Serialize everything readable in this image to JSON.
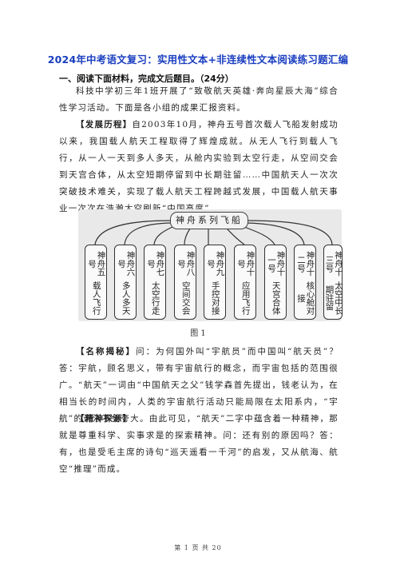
{
  "title": "2024年中考语文复习：实用性文本+非连续性文本阅读练习题汇编",
  "question_heading": "一、阅读下面材料，完成文后题目。（24分）",
  "intro": "科技中学初三年1班开展了“致敬航天英雄·奔向星辰大海”综合性学习活动。下面是各小组的成果汇报资料。",
  "section1": {
    "label": "【发展历程】",
    "text": "自2003年10月，神舟五号首次载人飞船发射成功以来，我国载人航天工程取得了辉煌成就。从无人飞行到载人飞行，从一人一天到多人多天，从舱内实验到太空行走，从空间交会到天宫合体，从太空短期停留到中长期驻留……中国航天人一次次突破技术难关，实现了载人航天工程跨越式发展，中国载人航天事业一次次在浩瀚太空刷新“中国高度”。"
  },
  "diagram": {
    "banner": "神舟系列飞船",
    "items": [
      {
        "name": "神舟五号",
        "desc": "载人飞行"
      },
      {
        "name": "神舟六号",
        "desc": "多人多天"
      },
      {
        "name": "神舟七号",
        "desc": "太空行走"
      },
      {
        "name": "神舟八号",
        "desc": "空间交会"
      },
      {
        "name": "神舟九号",
        "desc": "手控对接"
      },
      {
        "name": "神舟十号",
        "desc": "应用飞行"
      },
      {
        "name": "神舟十一号",
        "desc": "天宫合体"
      },
      {
        "name": "神舟十二号",
        "desc": "核心舱对接"
      },
      {
        "name": "神舟十三号",
        "desc": "太空中长期驻留"
      }
    ],
    "caption": "图 1"
  },
  "section2": {
    "label": "【名称揭秘】",
    "text": "问：为何国外叫“宇航员”而中国叫“航天员”？答：宇航，顾名思义，带有宇宙航行的概念，而宇宙包括的范围很广。“航天”一词由“中国航天之父”钱学森首先提出，钱老认为，在相当长的时间内，人类的宇宙航行活动只能局限在太阳系内，“宇航”的说法不免夸大。由此可见，“航天”二字中蕴含着一种精神，那就是尊重科学、实事求是的探索精神。问：还有别的原因吗？答：有，也是受毛主席的诗句“巡天遥看一千河”的启发，又从航海、航空“推理”而成。"
  },
  "section3": {
    "label": "【精神探源】"
  },
  "footer": "第 1 页 共 20"
}
